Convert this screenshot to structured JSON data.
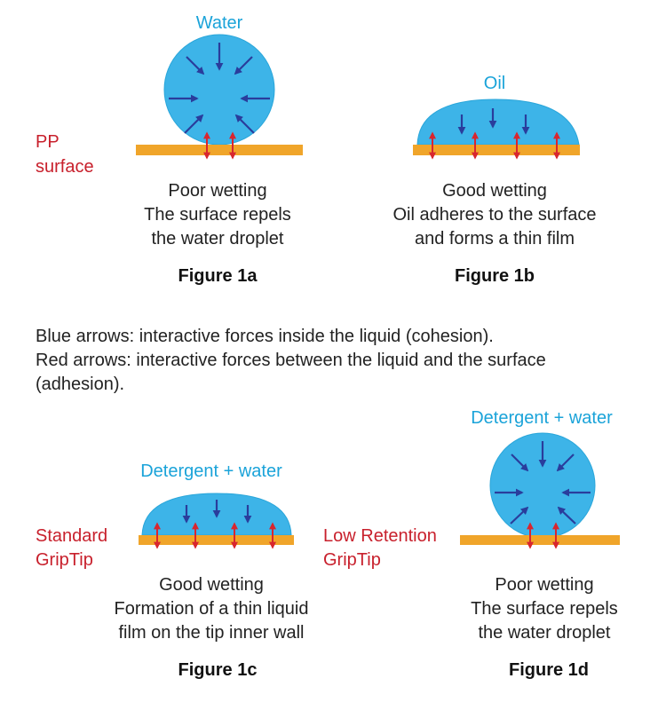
{
  "colors": {
    "liquid": "#3db4e8",
    "surface": "#f0a52a",
    "blue_arrow": "#2a3d9c",
    "red_arrow": "#d8262f",
    "blue_text": "#1aa3d9",
    "red_text": "#c8202c"
  },
  "fig1a": {
    "liquid_label": "Water",
    "surface_label": [
      "PP",
      "surface"
    ],
    "caption": [
      "Poor wetting",
      "The surface repels",
      "the water droplet"
    ],
    "figure": "Figure 1a"
  },
  "fig1b": {
    "liquid_label": "Oil",
    "caption": [
      "Good wetting",
      "Oil adheres to the surface",
      "and forms a thin film"
    ],
    "figure": "Figure 1b"
  },
  "legend": [
    "Blue arrows: interactive forces inside the liquid (cohesion).",
    "Red arrows: interactive forces between the liquid and the surface",
    "(adhesion)."
  ],
  "fig1c": {
    "liquid_label": "Detergent + water",
    "surface_label": [
      "Standard",
      "GripTip"
    ],
    "caption": [
      "Good wetting",
      "Formation of a thin liquid",
      "film on the tip inner wall"
    ],
    "figure": "Figure 1c"
  },
  "fig1d": {
    "liquid_label": "Detergent + water",
    "surface_label": [
      "Low Retention",
      "GripTip"
    ],
    "caption": [
      "Poor wetting",
      "The surface repels",
      "the water droplet"
    ],
    "figure": "Figure 1d"
  }
}
